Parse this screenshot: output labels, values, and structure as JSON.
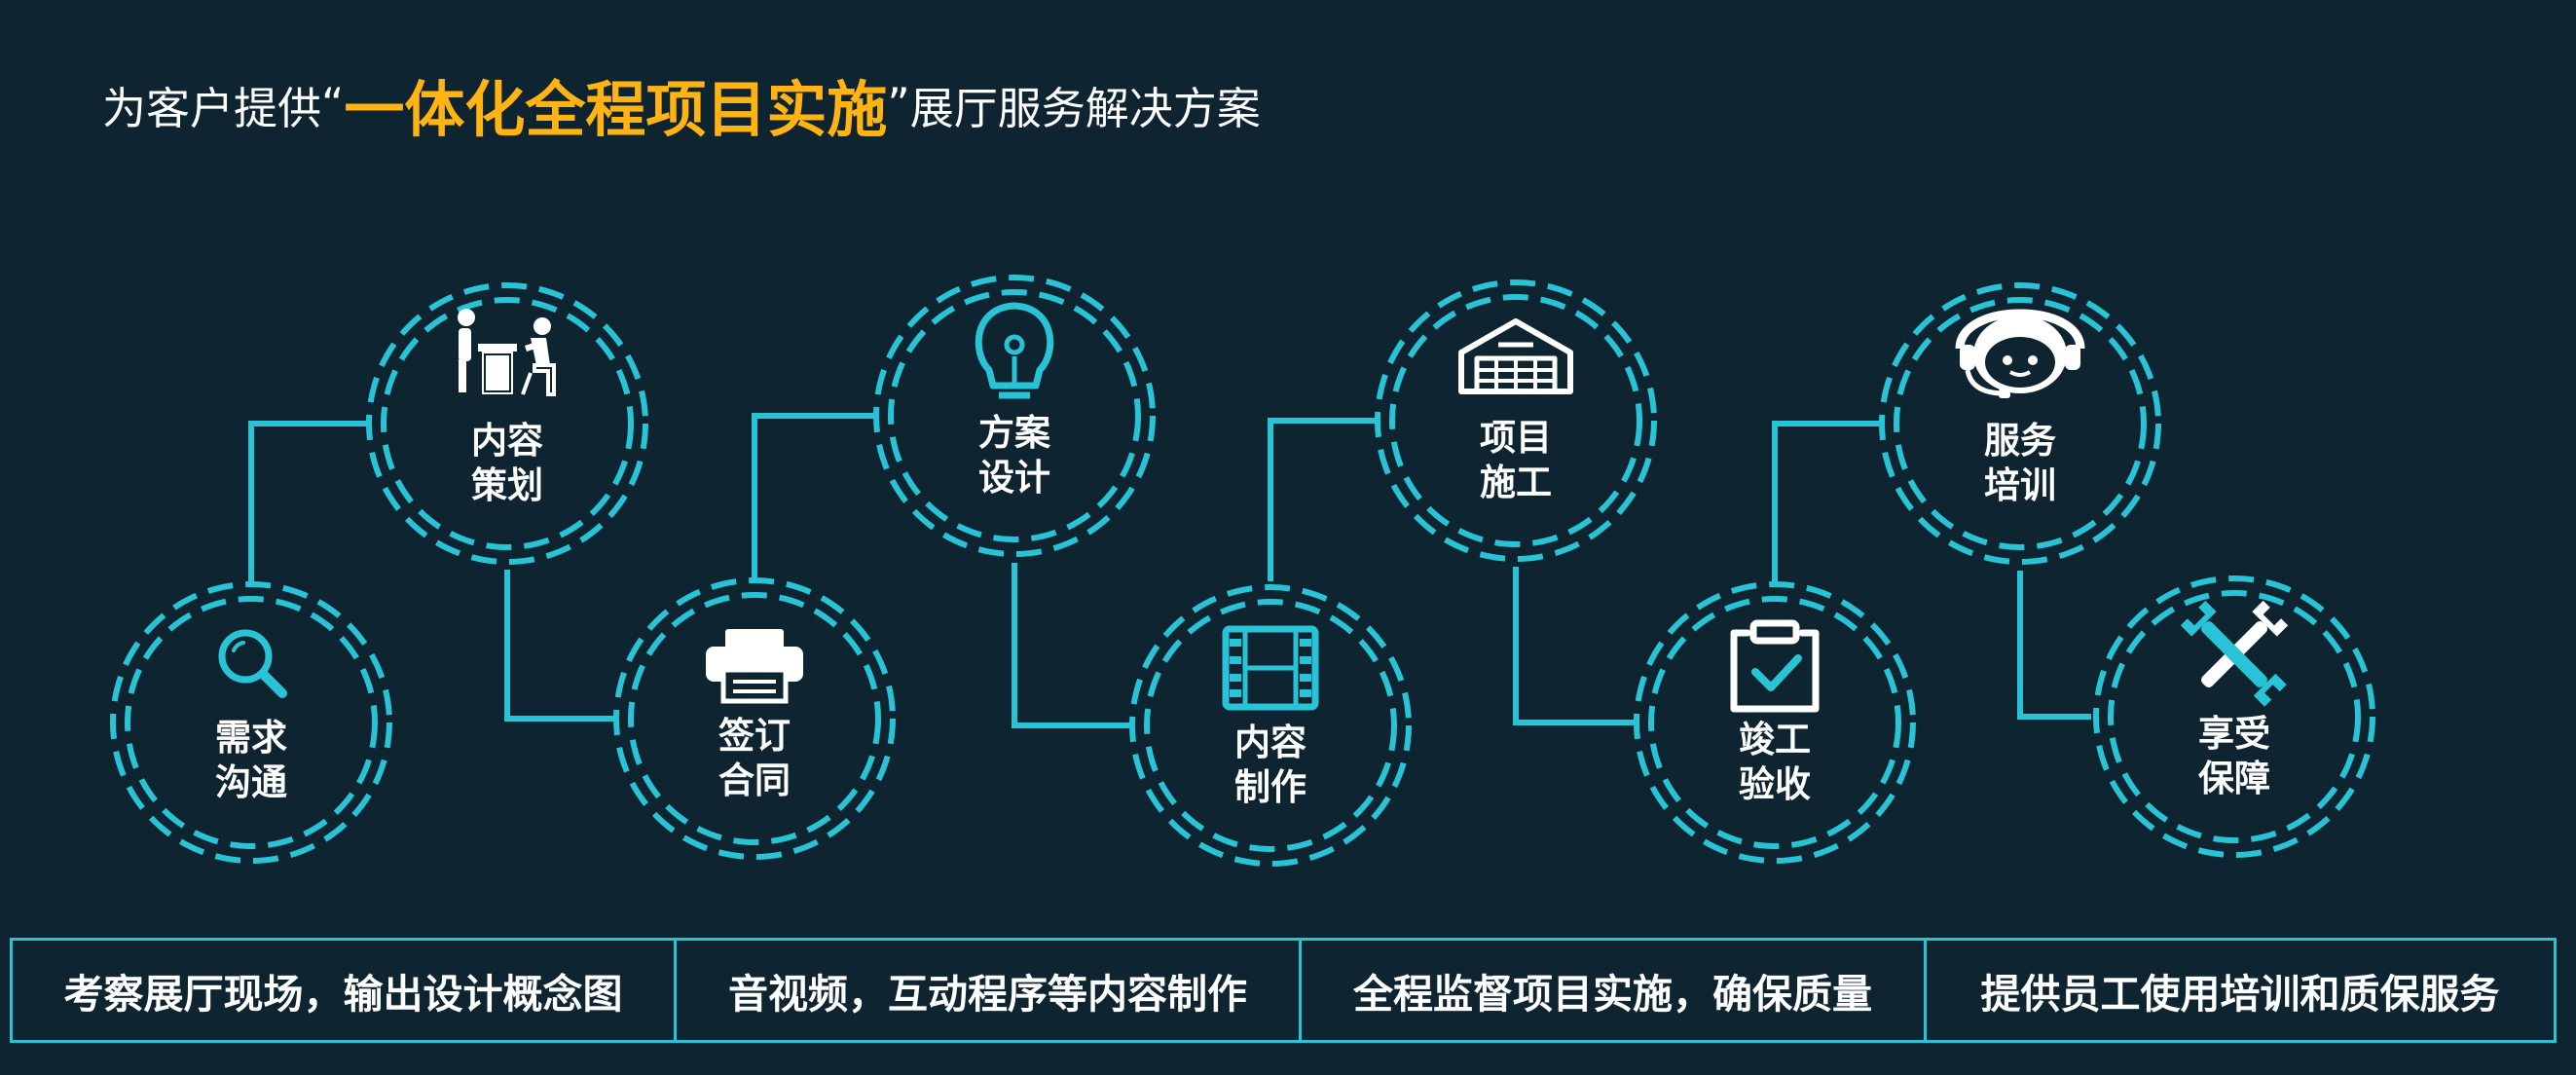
{
  "title": {
    "prefix": "为客户提供",
    "open_quote": "“",
    "highlight": "一体化全程项目实施",
    "close_quote": "”",
    "suffix": "展厅服务解决方案"
  },
  "colors": {
    "background": "#0e2430",
    "accent": "#29c3d6",
    "highlight": "#ffb413",
    "text": "#ffffff"
  },
  "steps": [
    {
      "id": "s1",
      "line1": "需求",
      "line2": "沟通",
      "icon": "magnifier-icon"
    },
    {
      "id": "s2",
      "line1": "内容",
      "line2": "策划",
      "icon": "meeting-icon"
    },
    {
      "id": "s3",
      "line1": "签订",
      "line2": "合同",
      "icon": "printer-icon"
    },
    {
      "id": "s4",
      "line1": "方案",
      "line2": "设计",
      "icon": "lightbulb-icon"
    },
    {
      "id": "s5",
      "line1": "内容",
      "line2": "制作",
      "icon": "film-icon"
    },
    {
      "id": "s6",
      "line1": "项目",
      "line2": "施工",
      "icon": "warehouse-icon"
    },
    {
      "id": "s7",
      "line1": "竣工",
      "line2": "验收",
      "icon": "clipboard-check-icon"
    },
    {
      "id": "s8",
      "line1": "服务",
      "line2": "培训",
      "icon": "headset-icon"
    },
    {
      "id": "s9",
      "line1": "享受",
      "line2": "保障",
      "icon": "tools-icon"
    }
  ],
  "bottom_bar": [
    "考察展厅现场，输出设计概念图",
    "音视频，互动程序等内容制作",
    "全程监督项目实施，确保质量",
    "提供员工使用培训和质保服务"
  ]
}
